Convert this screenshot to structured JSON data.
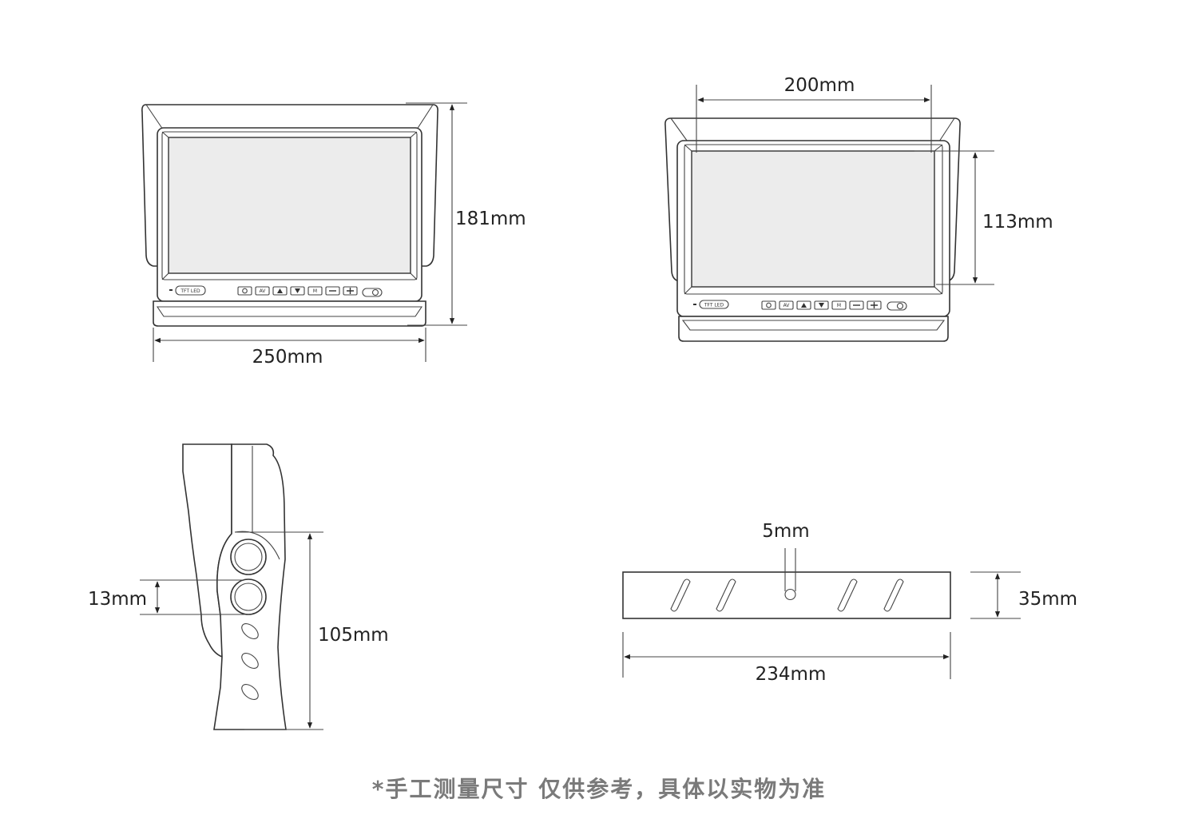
{
  "front_view": {
    "width_label": "250mm",
    "height_label": "181mm",
    "brand_badge": "TFT LED",
    "buttons": [
      "",
      "AV",
      "",
      "",
      "M",
      "",
      ""
    ],
    "button_icons": [
      "power-icon",
      "av-label",
      "up-arrow-icon",
      "down-arrow-icon",
      "m-label",
      "minus-icon",
      "plus-icon"
    ]
  },
  "screen_view": {
    "width_label": "200mm",
    "height_label": "113mm",
    "brand_badge": "TFT LED",
    "buttons": [
      "",
      "AV",
      "",
      "",
      "M",
      "",
      ""
    ]
  },
  "side_view": {
    "height_label": "105mm",
    "hole_label": "13mm"
  },
  "bracket_view": {
    "slot_label": "5mm",
    "width_label": "234mm",
    "height_label": "35mm"
  },
  "footnote": "*手工测量尺寸 仅供参考，具体以实物为准"
}
